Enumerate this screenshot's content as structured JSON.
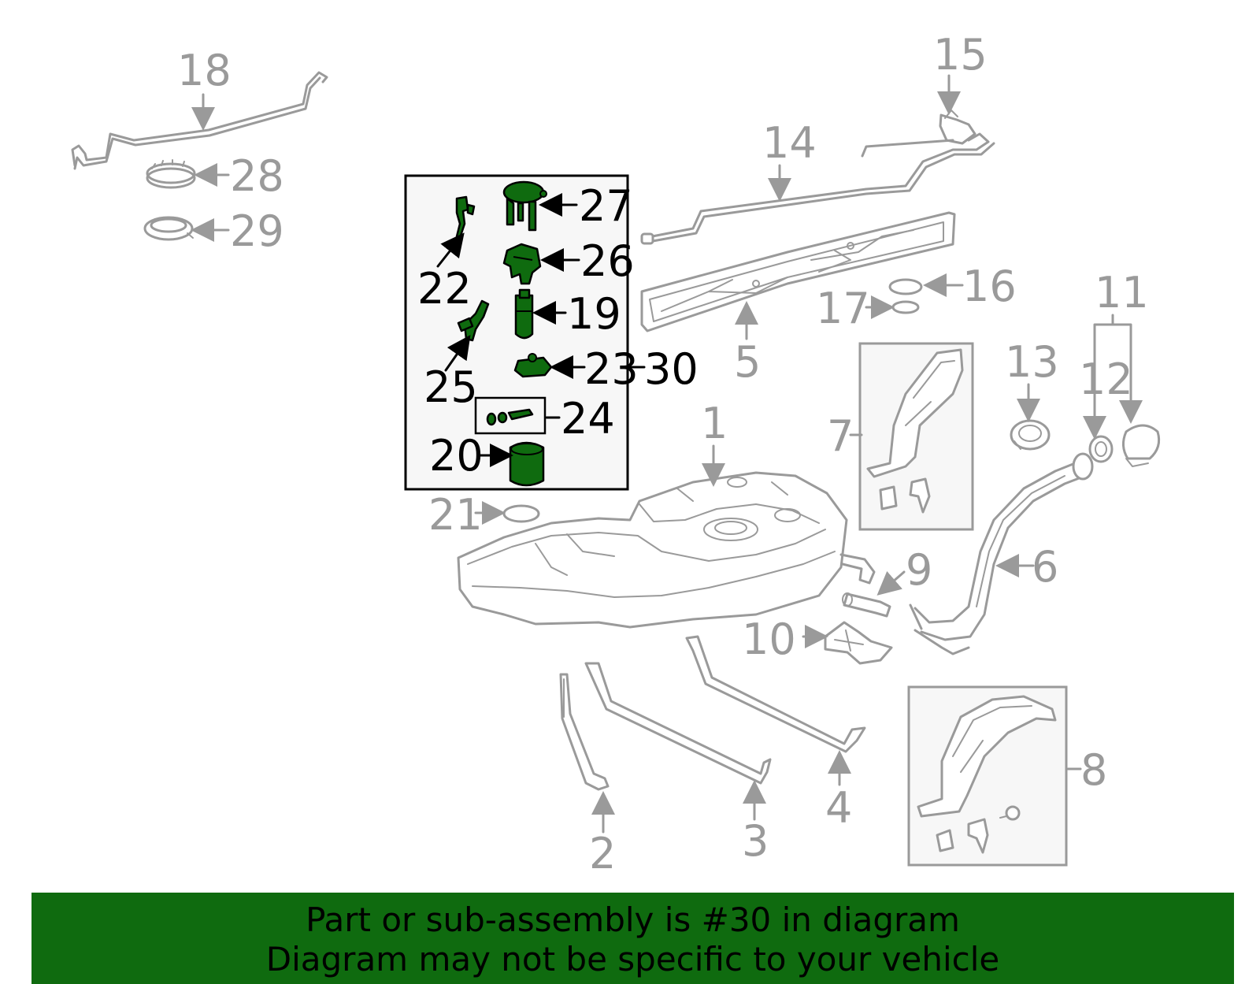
{
  "banner": {
    "line1": "Part or sub-assembly is #30 in diagram",
    "line2": "Diagram may not be specific to your vehicle",
    "background": "#0f6b0f"
  },
  "colors": {
    "highlight": "#0f6b0f",
    "normal_part": "#9a9a9a",
    "outline_highlight": "#000000"
  },
  "callouts": {
    "c1": "1",
    "c2": "2",
    "c3": "3",
    "c4": "4",
    "c5": "5",
    "c6": "6",
    "c7": "7",
    "c8": "8",
    "c9": "9",
    "c10": "10",
    "c11": "11",
    "c12": "12",
    "c13": "13",
    "c14": "14",
    "c15": "15",
    "c16": "16",
    "c17": "17",
    "c18": "18",
    "c19": "19",
    "c20": "20",
    "c21": "21",
    "c22": "22",
    "c23": "23",
    "c24": "24",
    "c25": "25",
    "c26": "26",
    "c27": "27",
    "c28": "28",
    "c29": "29",
    "c30": "30"
  }
}
